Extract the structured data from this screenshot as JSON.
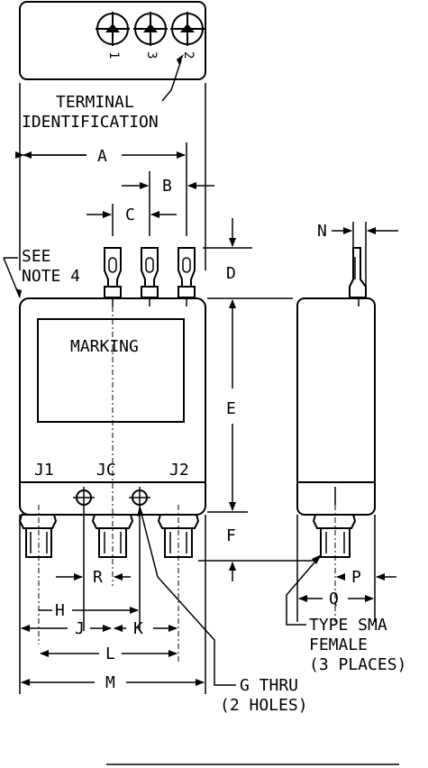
{
  "labels": {
    "terminal_ident_line1": "TERMINAL",
    "terminal_ident_line2": "IDENTIFICATION",
    "see_note_line1": "SEE",
    "see_note_line2": "NOTE 4",
    "marking": "MARKING",
    "type_sma_line1": "TYPE SMA",
    "type_sma_line2": "FEMALE",
    "type_sma_line3": "(3 PLACES)",
    "g_thru_line1": "G THRU",
    "g_thru_line2": "(2 HOLES)"
  },
  "terminals": [
    "1",
    "3",
    "2"
  ],
  "connectors": [
    "J1",
    "JC",
    "J2"
  ],
  "dimensions": {
    "A": "A",
    "B": "B",
    "C": "C",
    "D": "D",
    "E": "E",
    "F": "F",
    "H": "H",
    "J": "J",
    "K": "K",
    "L": "L",
    "M": "M",
    "N": "N",
    "P": "P",
    "Q": "Q",
    "R": "R"
  }
}
